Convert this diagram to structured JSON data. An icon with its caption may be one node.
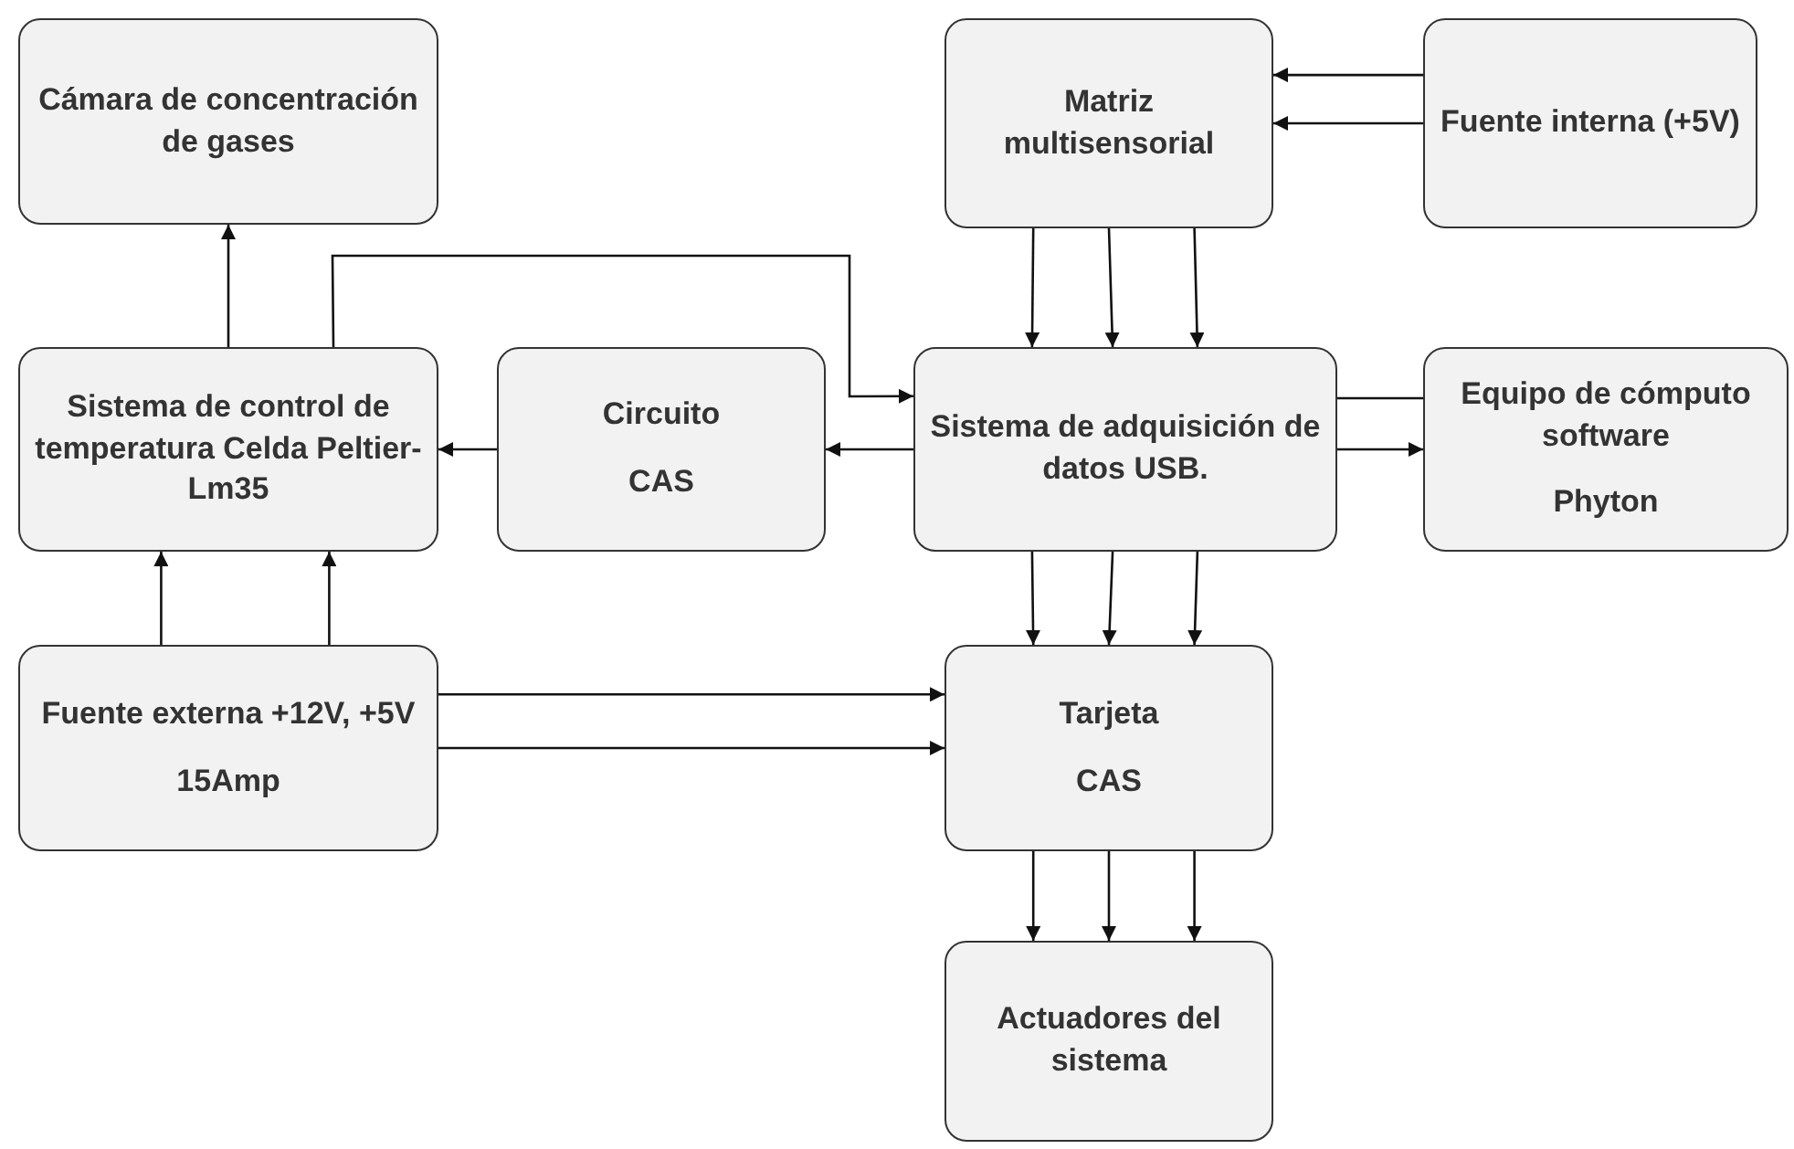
{
  "diagram": {
    "nodes": [
      {
        "text": [
          "Cámara de concentración de gases"
        ]
      },
      {
        "text": [
          "Matriz multisensorial"
        ]
      },
      {
        "text": [
          "Fuente interna (+5V)"
        ]
      },
      {
        "text": [
          "Sistema de control de temperatura Celda Peltier-Lm35"
        ]
      },
      {
        "text": [
          "Circuito",
          "CAS"
        ]
      },
      {
        "text": [
          "Sistema de adquisición de datos USB."
        ]
      },
      {
        "text": [
          "Equipo de cómputo software",
          "Phyton"
        ]
      },
      {
        "text": [
          "Fuente externa +12V, +5V",
          "15Amp"
        ]
      },
      {
        "text": [
          "Tarjeta",
          "CAS"
        ]
      },
      {
        "text": [
          "Actuadores del sistema"
        ]
      }
    ],
    "edges": [
      {
        "from": 2,
        "to": 1,
        "arrow": "to"
      },
      {
        "from": 2,
        "to": 1,
        "arrow": "to"
      },
      {
        "from": 1,
        "to": 5,
        "arrow": "to"
      },
      {
        "from": 1,
        "to": 5,
        "arrow": "to"
      },
      {
        "from": 1,
        "to": 5,
        "arrow": "to"
      },
      {
        "from": 3,
        "to": 0,
        "arrow": "to"
      },
      {
        "from": 3,
        "to": 5,
        "arrow": "to"
      },
      {
        "from": 4,
        "to": 3,
        "arrow": "to"
      },
      {
        "from": 5,
        "to": 4,
        "arrow": "to"
      },
      {
        "from": 5,
        "to": 6,
        "arrow": "none"
      },
      {
        "from": 5,
        "to": 6,
        "arrow": "to"
      },
      {
        "from": 7,
        "to": 3,
        "arrow": "to"
      },
      {
        "from": 7,
        "to": 3,
        "arrow": "to"
      },
      {
        "from": 7,
        "to": 8,
        "arrow": "to"
      },
      {
        "from": 7,
        "to": 8,
        "arrow": "to"
      },
      {
        "from": 5,
        "to": 8,
        "arrow": "to"
      },
      {
        "from": 5,
        "to": 8,
        "arrow": "to"
      },
      {
        "from": 5,
        "to": 8,
        "arrow": "to"
      },
      {
        "from": 8,
        "to": 9,
        "arrow": "to"
      },
      {
        "from": 8,
        "to": 9,
        "arrow": "to"
      },
      {
        "from": 8,
        "to": 9,
        "arrow": "to"
      }
    ]
  }
}
